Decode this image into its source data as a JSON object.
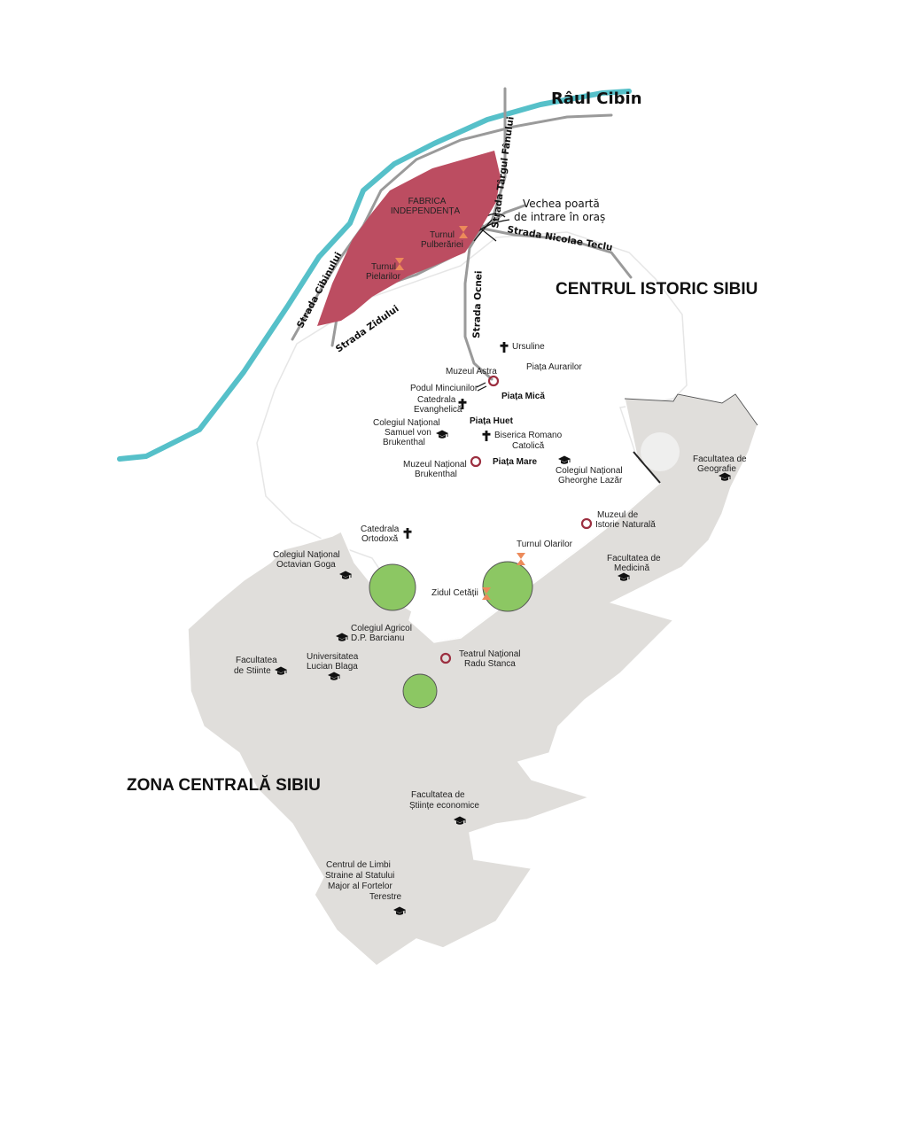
{
  "river": {
    "name": "Râul Cibin",
    "color": "#56c0c9"
  },
  "zones": {
    "historic": {
      "label": "CENTRUL ISTORIC SIBIU"
    },
    "central": {
      "label": "ZONA CENTRALĂ SIBIU",
      "color": "#e0dedb"
    },
    "factory": {
      "label_line1": "FABRICA",
      "label_line2": "INDEPENDENȚA",
      "color": "#bc4d61"
    }
  },
  "streets": {
    "cibinului": "Strada Cibinului",
    "zidului": "Strada Zidului",
    "targul_fanului": "Strada Târgul Fânului",
    "ocnei": "Strada Ocnei",
    "nicolae_teclu": "Strada Nicolae Teclu"
  },
  "gate": {
    "line1": "Vechea poartă",
    "line2": "de intrare în oraș"
  },
  "towers": {
    "pulberariei": {
      "line1": "Turnul",
      "line2": "Pulberăriei"
    },
    "pielarilor": {
      "line1": "Turnul",
      "line2": "Pielarilor"
    },
    "olarilor": {
      "line1": "Turnul Olarilor"
    },
    "zidul": {
      "line1": "Zidul Cetății"
    }
  },
  "churches": {
    "ursuline": {
      "line1": "Ursuline"
    },
    "evanghelica": {
      "line1": "Catedrala",
      "line2": "Evanghelică"
    },
    "romano": {
      "line1": "Biserica Romano",
      "line2": "Catolică"
    },
    "ortodoxa": {
      "line1": "Catedrala",
      "line2": "Ortodoxă"
    }
  },
  "museums": {
    "astra": {
      "line1": "Muzeul Astra"
    },
    "brukenthal": {
      "line1": "Muzeul Național",
      "line2": "Brukenthal"
    },
    "istorie": {
      "line1": "Muzeul de",
      "line2": "Istorie Naturală"
    },
    "teatrul": {
      "line1": "Teatrul Național",
      "line2": "Radu Stanca"
    }
  },
  "squares": {
    "aurarilor": "Piața Aurarilor",
    "mica": "Piața Mică",
    "huet": "Piața Huet",
    "mare": "Piața Mare"
  },
  "bridge": {
    "line1": "Podul Minciunilor"
  },
  "schools": {
    "brukenthal": {
      "line1": "Colegiul Național",
      "line2": "Samuel von",
      "line3": "Brukenthal"
    },
    "lazar": {
      "line1": "Colegiul Național",
      "line2": "Gheorghe Lazăr"
    },
    "geografie": {
      "line1": "Facultatea de",
      "line2": "Geografie"
    },
    "medicina": {
      "line1": "Facultatea de",
      "line2": "Medicină"
    },
    "goga": {
      "line1": "Colegiul Național",
      "line2": "Octavian Goga"
    },
    "barcianu": {
      "line1": "Colegiul Agricol",
      "line2": "D.P. Barcianu"
    },
    "stiinte": {
      "line1": "Facultatea",
      "line2": "de Stiinte"
    },
    "blaga": {
      "line1": "Universitatea",
      "line2": "Lucian Blaga"
    },
    "economice": {
      "line1": "Facultatea de",
      "line2": "Științe economice"
    },
    "limbi": {
      "line1": "Centrul de Limbi",
      "line2": "Straine al Statului",
      "line3": "Major al Fortelor",
      "line4": "Terestre"
    }
  },
  "colors": {
    "park": "#8cc763",
    "tower": "#ec8a5a",
    "museum": "#9c2f40",
    "road": "#9a9a9a",
    "outline": "#d0d0d0"
  }
}
